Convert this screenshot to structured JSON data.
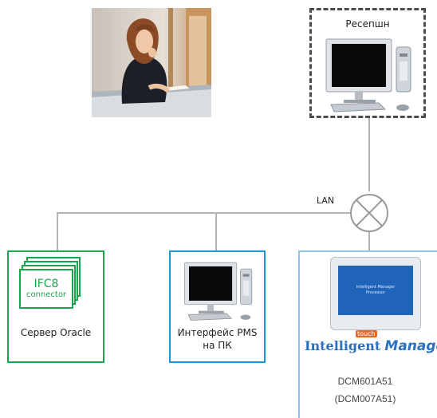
{
  "reception": {
    "label": "Ресепшн"
  },
  "network": {
    "lan_label": "LAN"
  },
  "oracle": {
    "ifc_title": "IFC8",
    "ifc_subtitle": "connector",
    "caption": "Сервер Oracle"
  },
  "pms": {
    "caption_line1": "Интерфейс PMS",
    "caption_line2": "на ПК"
  },
  "intelligent_manager": {
    "brand_part1": "Intelligent",
    "brand_badge": "touch",
    "brand_part2": "Manager",
    "screen_text_line1": "Intelligent Manager",
    "screen_text_line2": "Processor",
    "model_line1": "DCM601A51",
    "model_line2": "(DCM007A51)"
  },
  "colors": {
    "oracle_border": "#18a64a",
    "pms_border": "#1e96d6",
    "im_border": "#8cc6e8",
    "line": "#b3b3b3",
    "reception_border": "#4d4d4d"
  }
}
